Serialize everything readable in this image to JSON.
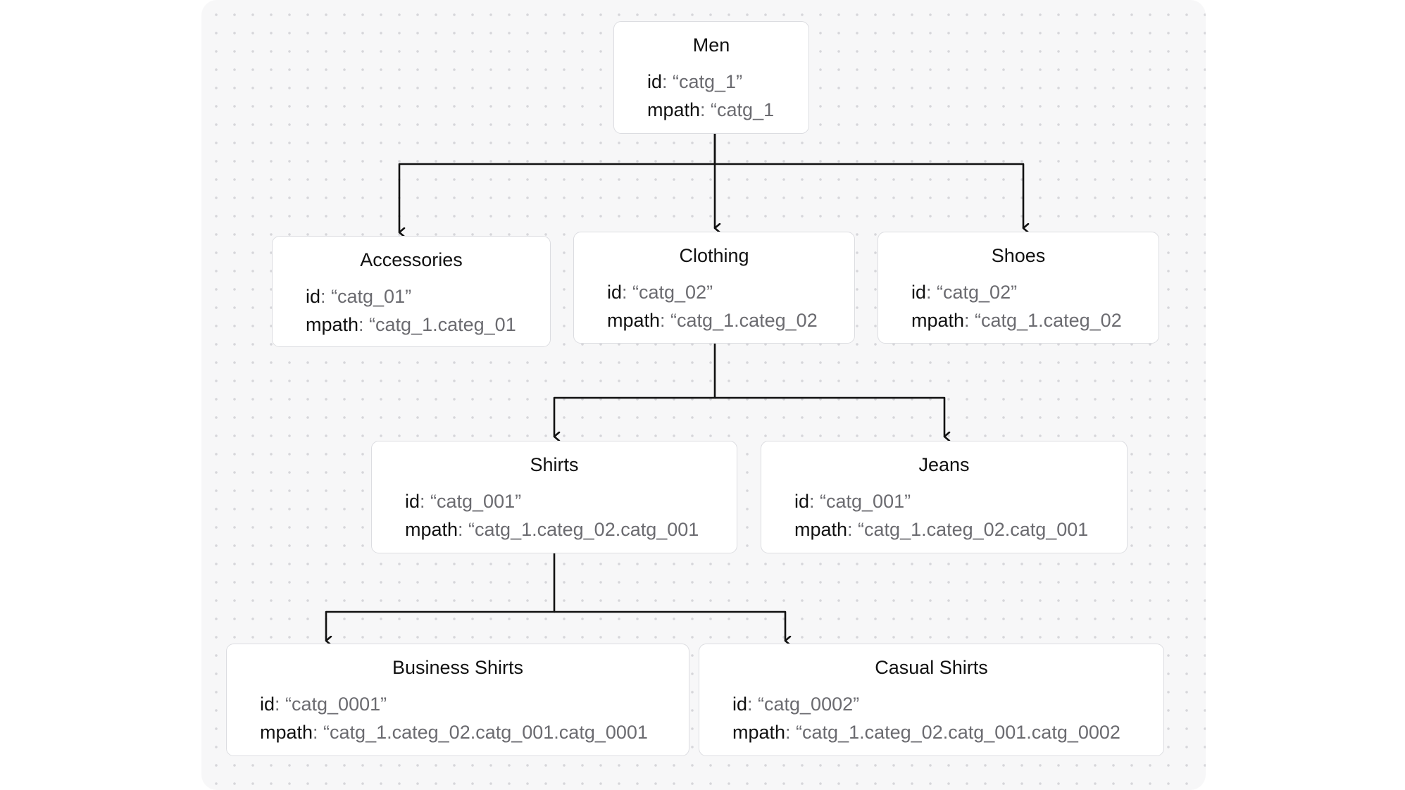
{
  "colors": {
    "canvas_background": "#f7f7f8",
    "grid_dot": "#d6d6da",
    "node_border": "#dcdde1",
    "connector": "#111111",
    "key_text": "#111111",
    "value_text": "#6b6b70"
  },
  "diagram": {
    "type": "tree",
    "nodes": [
      {
        "key": "men",
        "title": "Men",
        "id_label": "id",
        "id_value": ": “catg_1”",
        "mpath_label": "mpath",
        "mpath_value": ": “catg_1",
        "parent": null
      },
      {
        "key": "accessories",
        "title": "Accessories",
        "id_label": "id",
        "id_value": ": “catg_01”",
        "mpath_label": "mpath",
        "mpath_value": ": “catg_1.categ_01",
        "parent": "men"
      },
      {
        "key": "clothing",
        "title": "Clothing",
        "id_label": "id",
        "id_value": ": “catg_02”",
        "mpath_label": "mpath",
        "mpath_value": ": “catg_1.categ_02",
        "parent": "men"
      },
      {
        "key": "shoes",
        "title": "Shoes",
        "id_label": "id",
        "id_value": ": “catg_02”",
        "mpath_label": "mpath",
        "mpath_value": ": “catg_1.categ_02",
        "parent": "men"
      },
      {
        "key": "shirts",
        "title": "Shirts",
        "id_label": "id",
        "id_value": ": “catg_001”",
        "mpath_label": "mpath",
        "mpath_value": ": “catg_1.categ_02.catg_001",
        "parent": "clothing"
      },
      {
        "key": "jeans",
        "title": "Jeans",
        "id_label": "id",
        "id_value": ": “catg_001”",
        "mpath_label": "mpath",
        "mpath_value": ": “catg_1.categ_02.catg_001",
        "parent": "clothing"
      },
      {
        "key": "business-shirts",
        "title": "Business Shirts",
        "id_label": "id",
        "id_value": ": “catg_0001”",
        "mpath_label": "mpath",
        "mpath_value": ": “catg_1.categ_02.catg_001.catg_0001",
        "parent": "shirts"
      },
      {
        "key": "casual-shirts",
        "title": "Casual Shirts",
        "id_label": "id",
        "id_value": ": “catg_0002”",
        "mpath_label": "mpath",
        "mpath_value": ": “catg_1.categ_02.catg_001.catg_0002",
        "parent": "shirts"
      }
    ]
  }
}
